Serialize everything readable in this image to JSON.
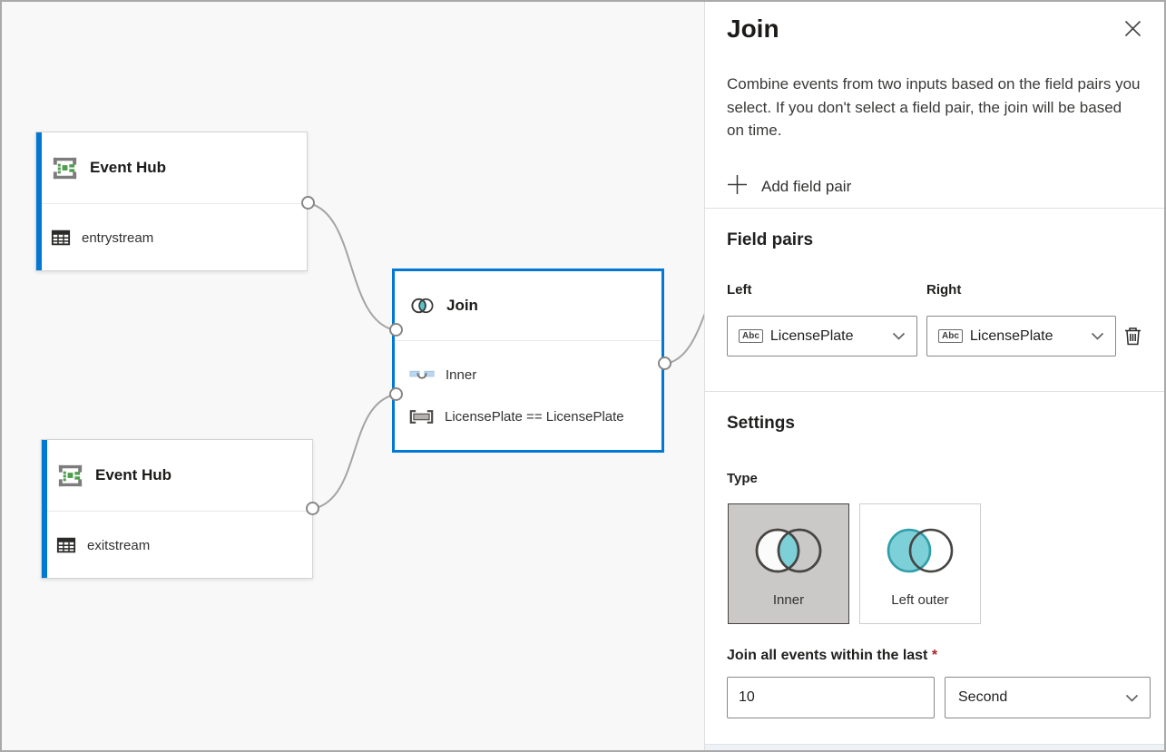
{
  "canvas": {
    "nodes": {
      "entry": {
        "title": "Event Hub",
        "stream": "entrystream"
      },
      "join": {
        "title": "Join",
        "join_type": "Inner",
        "condition": "LicensePlate == LicensePlate"
      },
      "exit": {
        "title": "Event Hub",
        "stream": "exitstream"
      }
    }
  },
  "panel": {
    "title": "Join",
    "description": "Combine events from two inputs based on the field pairs you select. If you don't select a field pair, the join will be based on time.",
    "add_field_pair": "Add field pair",
    "field_pairs": {
      "heading": "Field pairs",
      "left_label": "Left",
      "right_label": "Right",
      "left_field": {
        "type_badge": "Abc",
        "value": "LicensePlate"
      },
      "right_field": {
        "type_badge": "Abc",
        "value": "LicensePlate"
      }
    },
    "settings": {
      "heading": "Settings",
      "type_label": "Type",
      "type_options": {
        "inner": {
          "label": "Inner",
          "selected": true
        },
        "left_outer": {
          "label": "Left outer",
          "selected": false
        }
      },
      "duration_label": "Join all events within the last",
      "required_marker": "*",
      "duration_value": "10",
      "duration_unit": "Second"
    }
  },
  "colors": {
    "accent_blue": "#0078d4",
    "teal_fill": "#7ed0d8",
    "teal_stroke": "#2f9ea8",
    "selected_card_bg": "#cbc9c7",
    "required_red": "#a4262c",
    "wire_gray": "#a6a4a2"
  }
}
